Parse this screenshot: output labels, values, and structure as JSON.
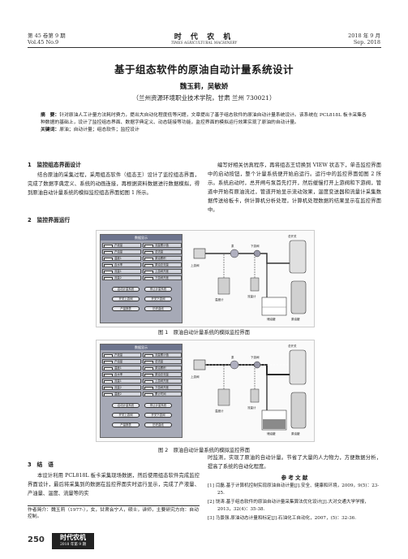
{
  "header": {
    "vol_cn": "第 45 卷第 9 期",
    "vol_en": "Vol.45   No.9",
    "journal_cn": "时 代 农 机",
    "journal_en": "TIMES AGRICULTURAL MACHINERY",
    "date_cn": "2018 年 9 月",
    "date_en": "Sep.  2018"
  },
  "article": {
    "title": "基于组态软件的原油自动计量系统设计",
    "authors": "魏玉莉，吴敏娇",
    "affiliation": "（兰州资源环境职业技术学院，甘肃 兰州   730021）",
    "abstract_label": "摘　要：",
    "abstract_text": "针对原油人工计量方法耗时费力，提出大自动化程度低等问题，文章提出了基于组态软件的原油自动计量系统设计。该系统在 PCL818L 板卡采集各种数据的基础上，设计了监控组态界面、数据字典定义、动态链接等功能，监控界面的模拟运行效果实现了原油的自动计量。",
    "keywords_label": "关键词：",
    "keywords_text": "原油；自动计量；组态软件；监控设计"
  },
  "sections": {
    "s1_title": "1　监控组态界面设计",
    "s1_body": "结合原油的采集过程，采用组态软件（组态王）设计了监控组态界面，完成了数据字典定义、系统的动画连接，再根据资料数据进行数据模拟，得到原油自动计量系统的模拟监控组态界面如图 1 所示。",
    "s2_title": "2　监控界面运行",
    "right_body": "编写好相关仿真程序，再将组态王切换到 VIEW 状态下，单击监控界面中的启动按钮，整个计量系统便开始启运行。运行中的监控界面如图 2 所示。系统启动时，总开闸与泵首先打开，然后缓慢打开上游阀和下游阀，管道中开始有原油流过，管道开始显示流动效果，温度变送器和流量计采集数据传送给板卡，供计算机分析处理，计算机处理数据的结果显示在监控界面中。",
    "fig1_caption": "图 1　原油自动计量系统的模拟监控界面",
    "fig2_caption": "图 2　原油自动计量系统的模拟监控界面",
    "s3_title": "3　结　语",
    "s3_body": "本设计利用 PCL818L 板卡采集现场数据，然后使用组态软件完成监控界面设计，最后将采集到的数据在监控界面实时运行显示，完成了产液量、产油量、温度、流量等的实",
    "s3_cont": "时监测，实现了原油的自动计量。节省了大量的人力物力，方便数据分析，提高了系统的自动化程度。",
    "refs_title": "参 考 文 献",
    "refs": [
      "[1] 闫磊.基于计算机控制实现原油自动计量[J].安全、健康和环境，2009，9(5)：23-25.",
      "[2] 饶涛.基于组态软件的原油自动计量采集算法优化设计[J].大对交通大学学报，2013，32(4)：35-38.",
      "[3] 马景强.原油动态计量和标定[J].石油化工自动化，2007，(5)：32-36."
    ],
    "author_note": "作者简介：魏玉莉（1977-），女，甘肃会宁人，硕士，讲师，主要研究方向：自动控制。",
    "page_no": "250",
    "footer_logo": "时代农机",
    "footer_logo_sub": "2018 年第 9 期"
  },
  "figure": {
    "panel_title": "数据显示",
    "rows_left": [
      "产液量",
      "产油量",
      "温度1",
      "含水率",
      "流量1",
      "流量2",
      "温度2"
    ],
    "rows_right": [
      "流量累计值",
      "总流量",
      "原油累积",
      "原油总流量",
      "上游阀开度",
      "下游阀开度",
      "累计时间"
    ],
    "buttons": [
      "启动计量系统",
      "停止计量系统",
      "开关上游阀",
      "开关下游阀",
      "产量报表",
      "历史曲线"
    ],
    "process_labels": [
      "上游阀",
      "泵",
      "下游阀",
      "温度计",
      "流量计",
      "储油罐",
      "原油罐",
      "总开关"
    ]
  }
}
